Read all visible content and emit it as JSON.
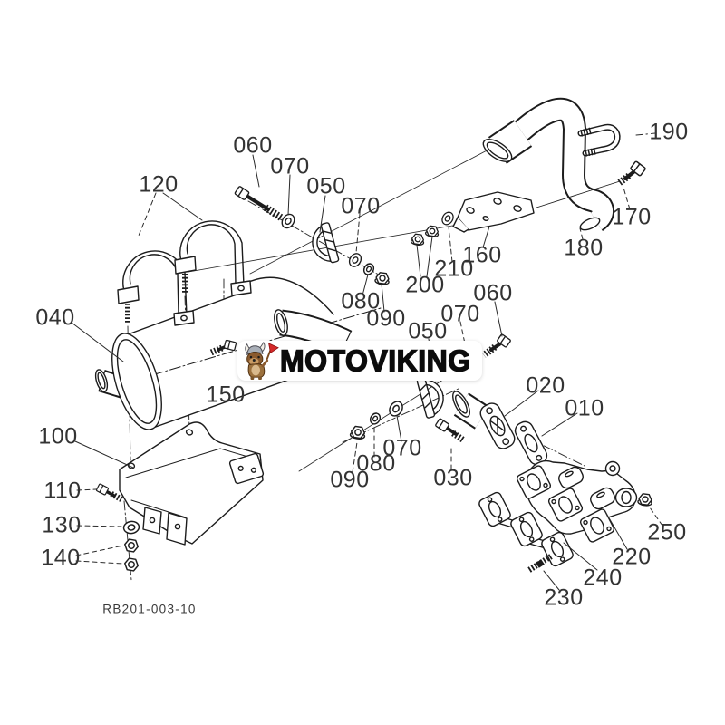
{
  "figure": {
    "drawing_code": "RB201-003-10",
    "line_color": "#1c1c1c"
  },
  "watermark": {
    "brand": "MOTOVIKING",
    "mascot_icon": "viking-dog-mascot",
    "flag_color": "#d42a2a"
  },
  "callouts": [
    {
      "label": "060"
    },
    {
      "label": "070"
    },
    {
      "label": "050"
    },
    {
      "label": "070"
    },
    {
      "label": "120"
    },
    {
      "label": "040"
    },
    {
      "label": "150"
    },
    {
      "label": "100"
    },
    {
      "label": "110"
    },
    {
      "label": "130"
    },
    {
      "label": "140"
    },
    {
      "label": "190"
    },
    {
      "label": "170"
    },
    {
      "label": "180"
    },
    {
      "label": "160"
    },
    {
      "label": "210"
    },
    {
      "label": "200"
    },
    {
      "label": "080"
    },
    {
      "label": "090"
    },
    {
      "label": "060"
    },
    {
      "label": "070"
    },
    {
      "label": "050"
    },
    {
      "label": "020"
    },
    {
      "label": "010"
    },
    {
      "label": "070"
    },
    {
      "label": "080"
    },
    {
      "label": "090"
    },
    {
      "label": "030"
    },
    {
      "label": "220"
    },
    {
      "label": "240"
    },
    {
      "label": "230"
    },
    {
      "label": "250"
    }
  ]
}
